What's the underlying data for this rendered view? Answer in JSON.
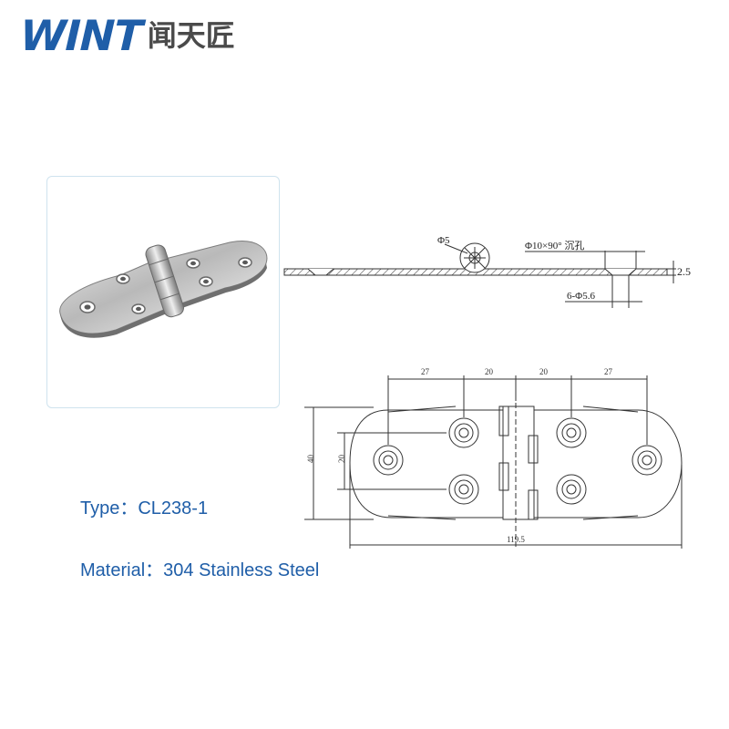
{
  "logo": {
    "brand": "WINT",
    "chinese": "闻天匠"
  },
  "product": {
    "type_label": "Type：",
    "type_value": "CL238-1",
    "material_label": "Material：",
    "material_value": "304 Stainless Steel"
  },
  "drawing": {
    "pin_dia": "Φ5",
    "countersink": "Φ10×90° 沉孔",
    "thickness": "2.5",
    "holes": "6-Φ5.6",
    "dim_27_left": "27",
    "dim_20_left": "20",
    "dim_20_right": "20",
    "dim_27_right": "27",
    "height_total": "40",
    "height_holes": "20",
    "length_total": "119.5"
  },
  "colors": {
    "brand_blue": "#1f5ea8",
    "line": "#333333"
  }
}
